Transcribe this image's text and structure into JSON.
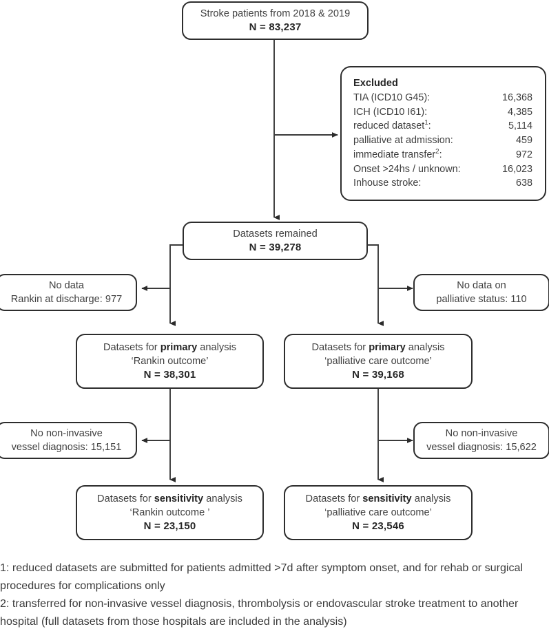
{
  "diagram": {
    "type": "flowchart",
    "title": "Stroke patient study flow diagram",
    "colors": {
      "box_border": "#2d2d2d",
      "text": "#3f3f3f",
      "bold_text": "#262626",
      "connector": "#3a3a3a",
      "background": "#ffffff"
    },
    "nodes": {
      "cohort": {
        "line1": "Stroke patients from  2018 & 2019",
        "line2": "N = 83,237"
      },
      "excluded": {
        "title": "Excluded",
        "rows": [
          {
            "label": "TIA (ICD10 G45):",
            "value": "16,368",
            "sup": ""
          },
          {
            "label": "ICH (ICD10 I61):",
            "value": "4,385",
            "sup": ""
          },
          {
            "label": "reduced dataset",
            "value": "5,114",
            "sup": "1"
          },
          {
            "label": "palliative at admission:",
            "value": "459",
            "sup": ""
          },
          {
            "label": "immediate transfer",
            "value": "972",
            "sup": "2"
          },
          {
            "label": "Onset >24hs / unknown:",
            "value": "16,023",
            "sup": ""
          },
          {
            "label": "Inhouse stroke:",
            "value": "638",
            "sup": ""
          }
        ]
      },
      "remained": {
        "line1": "Datasets remained",
        "line2": "N = 39,278"
      },
      "no_rankin": {
        "line1": "No data",
        "line2": "Rankin at discharge: 977"
      },
      "no_palliative": {
        "line1": "No data on",
        "line2": "palliative status: 110"
      },
      "primary_rankin": {
        "line1_pre": "Datasets for ",
        "line1_bold": "primary",
        "line1_post": " analysis",
        "line2": "‘Rankin outcome’",
        "line3": "N = 38,301"
      },
      "primary_palliative": {
        "line1_pre": "Datasets for ",
        "line1_bold": "primary",
        "line1_post": " analysis",
        "line2": "‘palliative care outcome’",
        "line3": "N = 39,168"
      },
      "no_vessel_left": {
        "line1": "No non-invasive",
        "line2": "vessel diagnosis: 15,151"
      },
      "no_vessel_right": {
        "line1": "No non-invasive",
        "line2": "vessel diagnosis: 15,622"
      },
      "sensitivity_rankin": {
        "line1_pre": "Datasets for ",
        "line1_bold": "sensitivity",
        "line1_post": " analysis",
        "line2": "‘Rankin outcome ’",
        "line3": "N = 23,150"
      },
      "sensitivity_palliative": {
        "line1_pre": "Datasets for ",
        "line1_bold": "sensitivity",
        "line1_post": " analysis",
        "line2": "‘palliative care outcome’",
        "line3": "N = 23,546"
      }
    },
    "footnotes": {
      "note1": "1: reduced datasets are submitted for patients admitted >7d after symptom onset, and for rehab or surgical procedures for complications only",
      "note2": "2: transferred for non-invasive vessel diagnosis, thrombolysis or endovascular stroke treatment to another hospital (full datasets from those hospitals are included in the analysis)"
    }
  }
}
